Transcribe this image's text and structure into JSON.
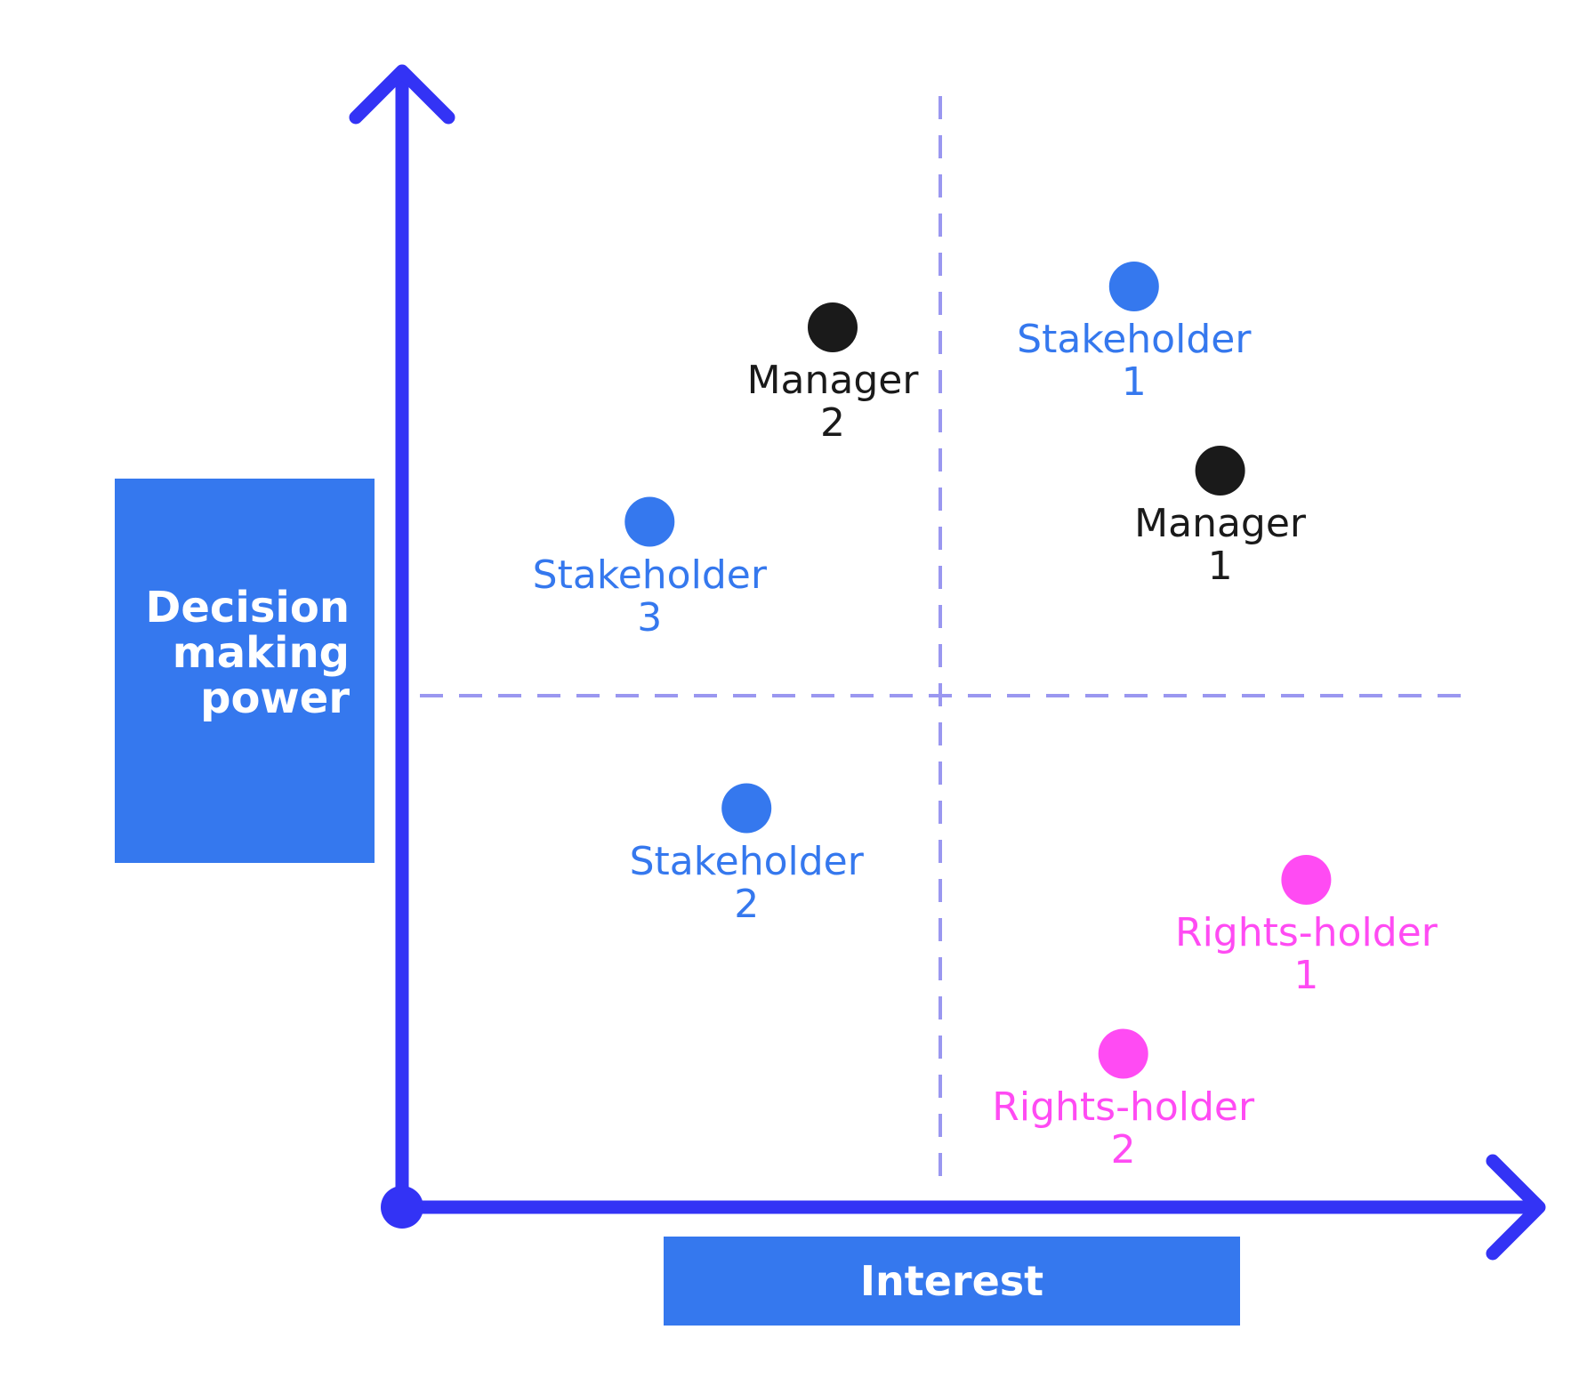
{
  "colors": {
    "axis": "#3333f5",
    "divider": "#9a97f0",
    "label_box": "#3578ee",
    "manager": "#1a1a1a",
    "stakeholder": "#3578ee",
    "rights_holder": "#ff4bf3"
  },
  "labels": {
    "y_axis": "Decision\nmaking\npower",
    "x_axis": "Interest"
  },
  "chart_data": {
    "type": "scatter",
    "xlabel": "Interest",
    "ylabel": "Decision making power",
    "xlim": [
      0,
      1
    ],
    "ylim": [
      0,
      1
    ],
    "quadrant_dividers": {
      "x": 0.5,
      "y": 0.5
    },
    "points": [
      {
        "line1": "Manager",
        "line2": "2",
        "group": "manager",
        "x": 0.4,
        "y": 0.86
      },
      {
        "line1": "Stakeholder",
        "line2": "1",
        "group": "stakeholder",
        "x": 0.68,
        "y": 0.9
      },
      {
        "line1": "Manager",
        "line2": "1",
        "group": "manager",
        "x": 0.76,
        "y": 0.72
      },
      {
        "line1": "Stakeholder",
        "line2": "3",
        "group": "stakeholder",
        "x": 0.23,
        "y": 0.67
      },
      {
        "line1": "Stakeholder",
        "line2": "2",
        "group": "stakeholder",
        "x": 0.32,
        "y": 0.39
      },
      {
        "line1": "Rights-holder",
        "line2": "1",
        "group": "rights_holder",
        "x": 0.84,
        "y": 0.32
      },
      {
        "line1": "Rights-holder",
        "line2": "2",
        "group": "rights_holder",
        "x": 0.67,
        "y": 0.15
      }
    ]
  }
}
